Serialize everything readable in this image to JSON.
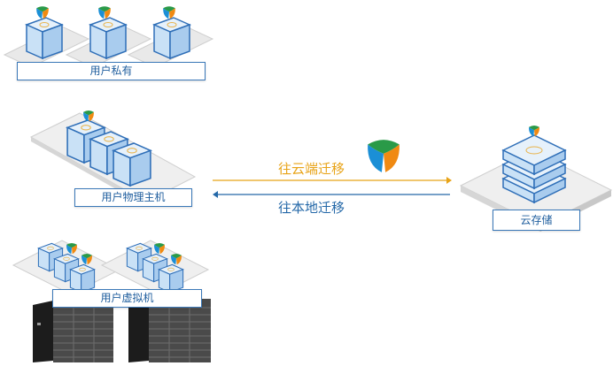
{
  "groups": {
    "private": {
      "label": "用户私有"
    },
    "physical": {
      "label": "用户物理主机"
    },
    "virtual": {
      "label": "用户虚拟机"
    },
    "cloud": {
      "label": "云存储"
    }
  },
  "arrows": {
    "to_cloud": {
      "label": "往云端迁移",
      "color": "#e8a317"
    },
    "to_local": {
      "label": "往本地迁移",
      "color": "#2468a8"
    }
  },
  "logo": {
    "icon": "tencent-cloud-logo-icon",
    "colors": [
      "#2a9a48",
      "#1b8fd6",
      "#f08a12"
    ]
  }
}
